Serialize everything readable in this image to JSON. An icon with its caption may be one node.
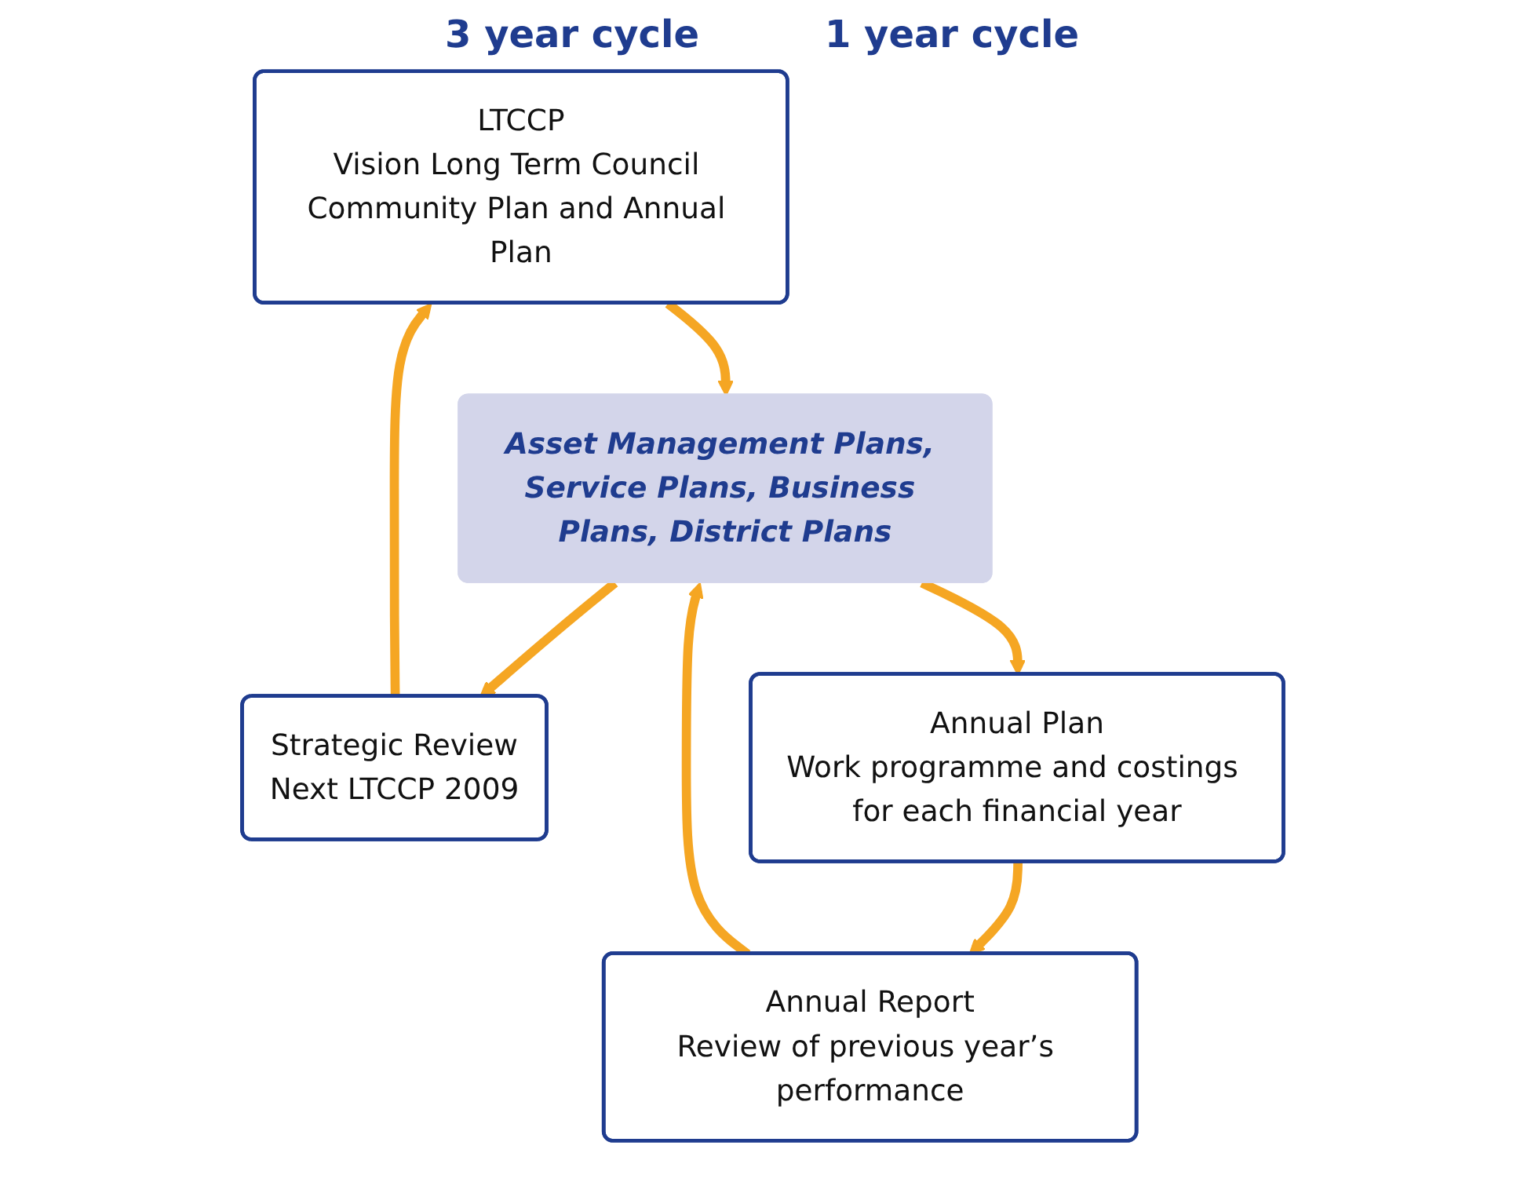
{
  "diagram": {
    "nodes": [
      {
        "text": [
          "LTCCP",
          "Vision Long Term Council Community Plan and Annual Plan"
        ]
      },
      {
        "text": [
          "Strategic Review",
          "Next LTCCP 2009"
        ]
      },
      {
        "text": [
          "Asset Management Plans, Service Plans, Business Plans, District Plans"
        ]
      },
      {
        "text": [
          "Annual Report",
          "Review of previous year’s performance"
        ]
      },
      {
        "text": [
          "Annual Plan",
          "Work programme and costings for each financial year"
        ]
      }
    ],
    "edges": [
      {
        "from": 1,
        "to": 0,
        "arrow": "to"
      },
      {
        "from": 0,
        "to": 2,
        "arrow": "to"
      },
      {
        "from": 2,
        "to": 1,
        "arrow": "to"
      },
      {
        "from": 2,
        "to": 4,
        "arrow": "to"
      },
      {
        "from": 4,
        "to": 3,
        "arrow": "to"
      },
      {
        "from": 3,
        "to": 2,
        "arrow": "to"
      }
    ],
    "labels": [
      "3 year cycle",
      "1 year cycle"
    ]
  }
}
